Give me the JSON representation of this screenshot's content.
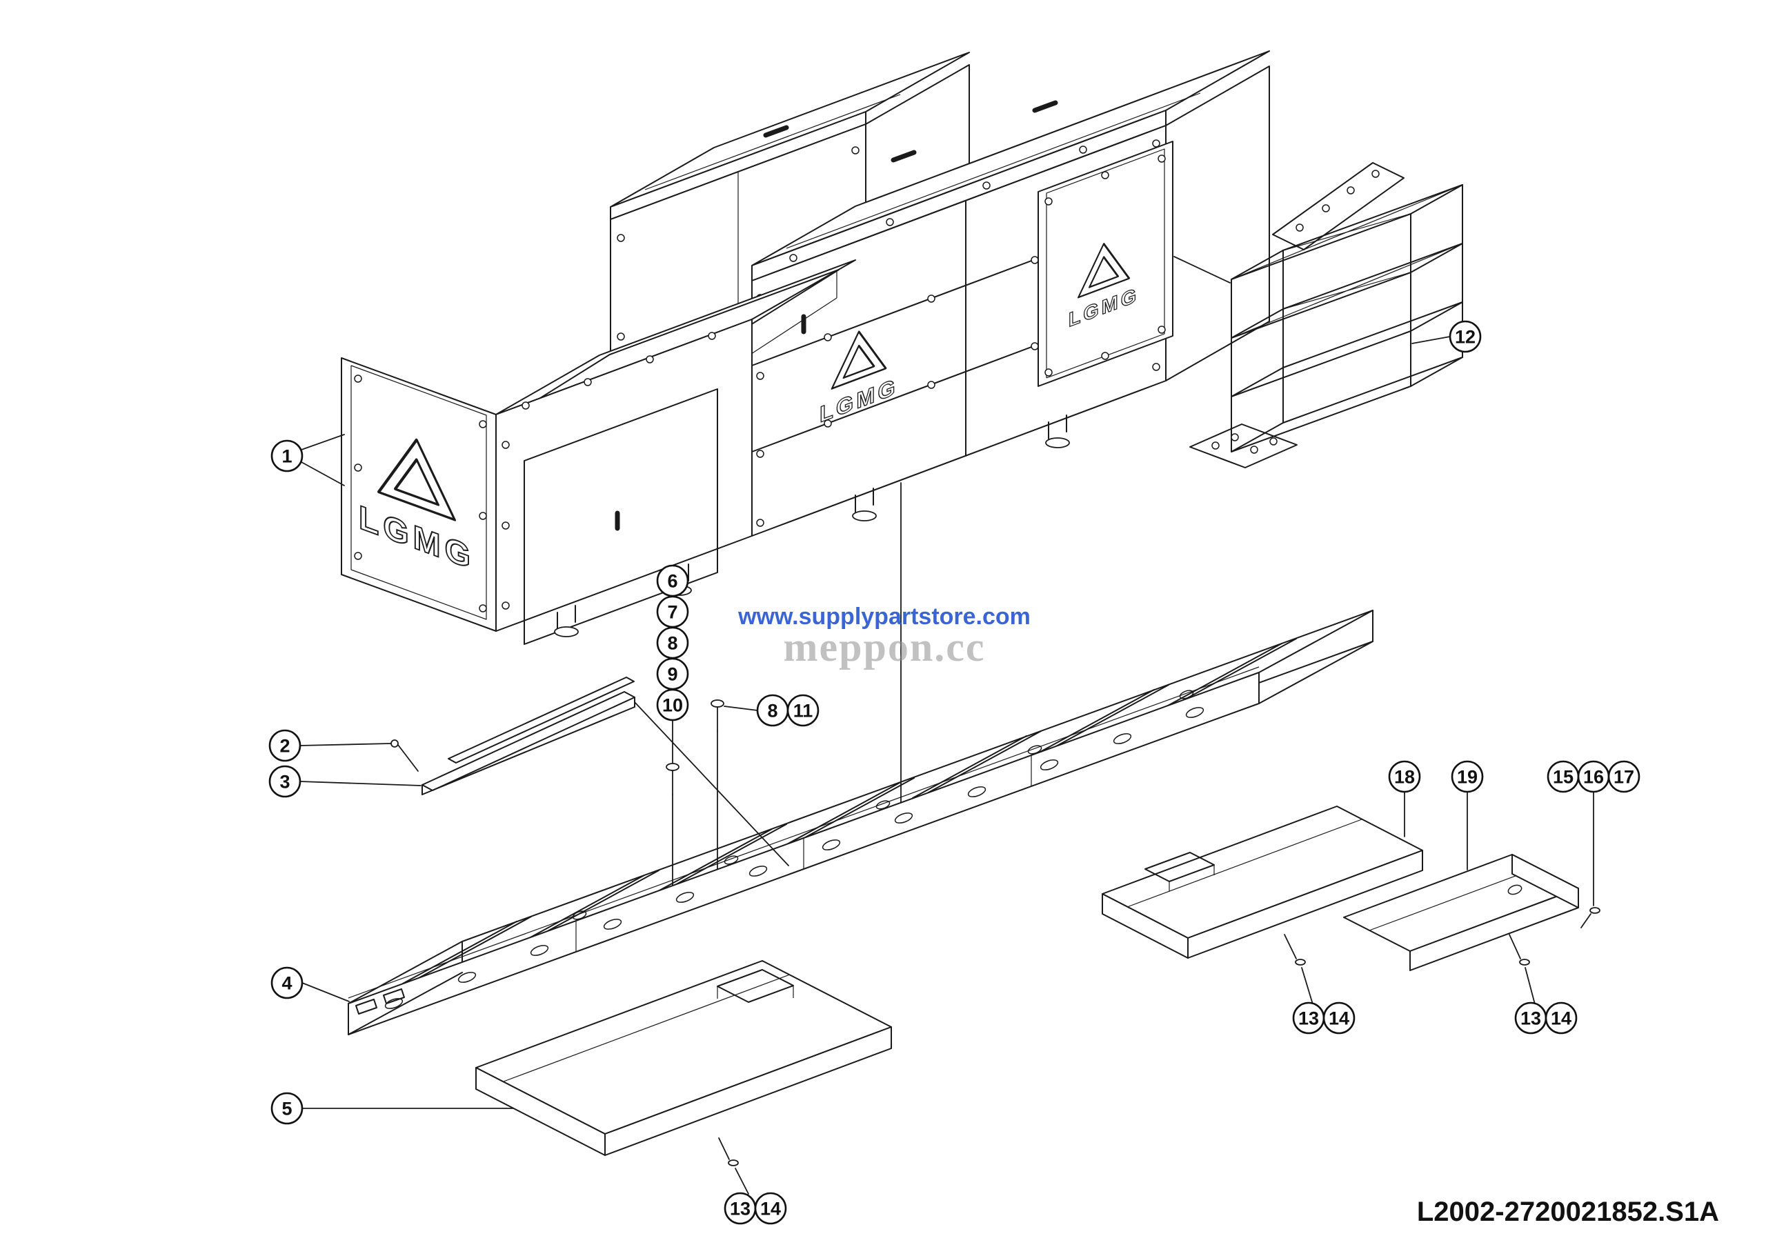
{
  "watermark": {
    "line1": "www.supplypartstore.com",
    "line2": "meppon.cc"
  },
  "part_code": "L2002-2720021852.S1A",
  "brand": "LGMG",
  "callouts": [
    "1",
    "2",
    "3",
    "4",
    "5",
    "6",
    "7",
    "8",
    "9",
    "10",
    "8",
    "11",
    "12",
    "13",
    "14",
    "13",
    "14",
    "15",
    "16",
    "17",
    "18",
    "19",
    "13",
    "14"
  ],
  "colors": {
    "line": "#1a1a1a",
    "watermark_blue": "#2b59cf",
    "watermark_gray": "#8f8f8f",
    "background": "#ffffff",
    "callout_text": "#111111"
  }
}
